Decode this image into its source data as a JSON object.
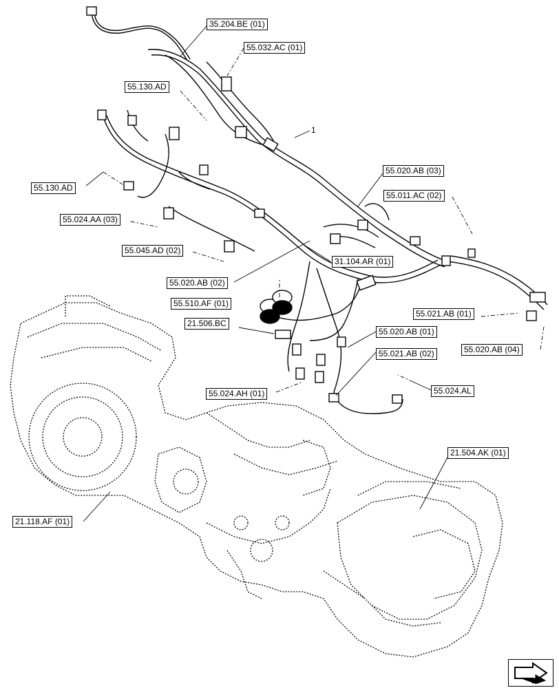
{
  "item_number": "1",
  "callouts": {
    "c35_204_be_01": "35.204.BE (01)",
    "c55_032_ac_01": "55.032.AC (01)",
    "c55_130_ad_top": "55.130.AD",
    "c55_130_ad_left": "55.130.AD",
    "c55_024_aa_03": "55.024.AA (03)",
    "c55_045_ad_02": "55.045.AD (02)",
    "c55_020_ab_03": "55.020.AB (03)",
    "c55_011_ac_02": "55.011.AC (02)",
    "c31_104_ar_01": "31.104.AR (01)",
    "c55_020_ab_02": "55.020.AB (02)",
    "c55_510_af_01": "55.510.AF (01)",
    "c21_506_bc": "21.506.BC",
    "c55_021_ab_01": "55.021.AB (01)",
    "c55_020_ab_01": "55.020.AB (01)",
    "c55_020_ab_04": "55.020.AB (04)",
    "c55_021_ab_02": "55.021.AB (02)",
    "c55_024_ah_01": "55.024.AH (01)",
    "c55_024_al": "55.024.AL",
    "c21_504_ak_01": "21.504.AK (01)",
    "c21_118_af_01": "21.118.AF (01)"
  },
  "icons": {
    "navigation": "next-page-arrow-icon"
  }
}
